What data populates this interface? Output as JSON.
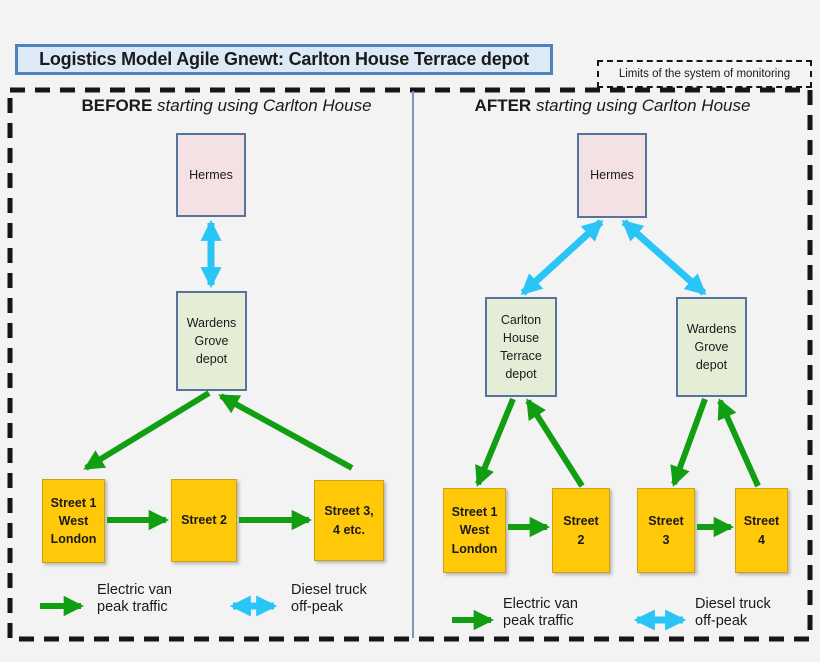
{
  "title": "Logistics Model Agile Gnewt: Carlton House Terrace depot",
  "limits_label": "Limits of the system of monitoring",
  "panels": {
    "before": {
      "heading_bold": "BEFORE",
      "heading_rest": " starting using Carlton House",
      "nodes": {
        "hermes": "Hermes",
        "depot": "Wardens\nGrove\ndepot",
        "street1": "Street 1\nWest\nLondon",
        "street2": "Street 2",
        "street3": "Street 3,\n4 etc."
      },
      "legend": {
        "electric": "Electric van\npeak traffic",
        "diesel": "Diesel truck\noff-peak"
      }
    },
    "after": {
      "heading_bold": "AFTER",
      "heading_rest": " starting using Carlton House",
      "nodes": {
        "hermes": "Hermes",
        "depot_carlton": "Carlton\nHouse\nTerrace\ndepot",
        "depot_wardens": "Wardens\nGrove\ndepot",
        "street1": "Street 1\nWest\nLondon",
        "street2": "Street\n2",
        "street3": "Street\n3",
        "street4": "Street\n4"
      },
      "legend": {
        "electric": "Electric van\npeak traffic",
        "diesel": "Diesel truck\noff-peak"
      }
    }
  },
  "connections": [
    {
      "panel": "before",
      "from": "Hermes",
      "to": "Wardens Grove depot",
      "mode": "diesel truck off-peak",
      "bidirectional": true
    },
    {
      "panel": "before",
      "from": "Wardens Grove depot",
      "to": "Street 1 West London",
      "mode": "electric van peak traffic",
      "bidirectional": false
    },
    {
      "panel": "before",
      "from": "Street 1 West London",
      "to": "Street 2",
      "mode": "electric van peak traffic",
      "bidirectional": false
    },
    {
      "panel": "before",
      "from": "Street 2",
      "to": "Street 3, 4 etc.",
      "mode": "electric van peak traffic",
      "bidirectional": false
    },
    {
      "panel": "before",
      "from": "Street 3, 4 etc.",
      "to": "Wardens Grove depot",
      "mode": "electric van peak traffic",
      "bidirectional": false
    },
    {
      "panel": "after",
      "from": "Hermes",
      "to": "Carlton House Terrace depot",
      "mode": "diesel truck off-peak",
      "bidirectional": true
    },
    {
      "panel": "after",
      "from": "Hermes",
      "to": "Wardens Grove depot",
      "mode": "diesel truck off-peak",
      "bidirectional": true
    },
    {
      "panel": "after",
      "from": "Carlton House Terrace depot",
      "to": "Street 1 West London",
      "mode": "electric van peak traffic",
      "bidirectional": false
    },
    {
      "panel": "after",
      "from": "Street 1 West London",
      "to": "Street 2",
      "mode": "electric van peak traffic",
      "bidirectional": false
    },
    {
      "panel": "after",
      "from": "Street 2",
      "to": "Carlton House Terrace depot",
      "mode": "electric van peak traffic",
      "bidirectional": false
    },
    {
      "panel": "after",
      "from": "Wardens Grove depot",
      "to": "Street 3",
      "mode": "electric van peak traffic",
      "bidirectional": false
    },
    {
      "panel": "after",
      "from": "Street 3",
      "to": "Street 4",
      "mode": "electric van peak traffic",
      "bidirectional": false
    },
    {
      "panel": "after",
      "from": "Street 4",
      "to": "Wardens Grove depot",
      "mode": "electric van peak traffic",
      "bidirectional": false
    }
  ],
  "colors": {
    "title_fill": "#dce9f6",
    "title_border": "#4e81bd",
    "node_border": "#54749c",
    "pink_fill": "#f3e1e4",
    "green_fill": "#e5edd6",
    "yellow_fill": "#ffc90a",
    "yellow_border": "#c7a21a",
    "green_arrow": "#129e12",
    "cyan_arrow": "#29c5f6",
    "divider": "#7a97bf"
  }
}
